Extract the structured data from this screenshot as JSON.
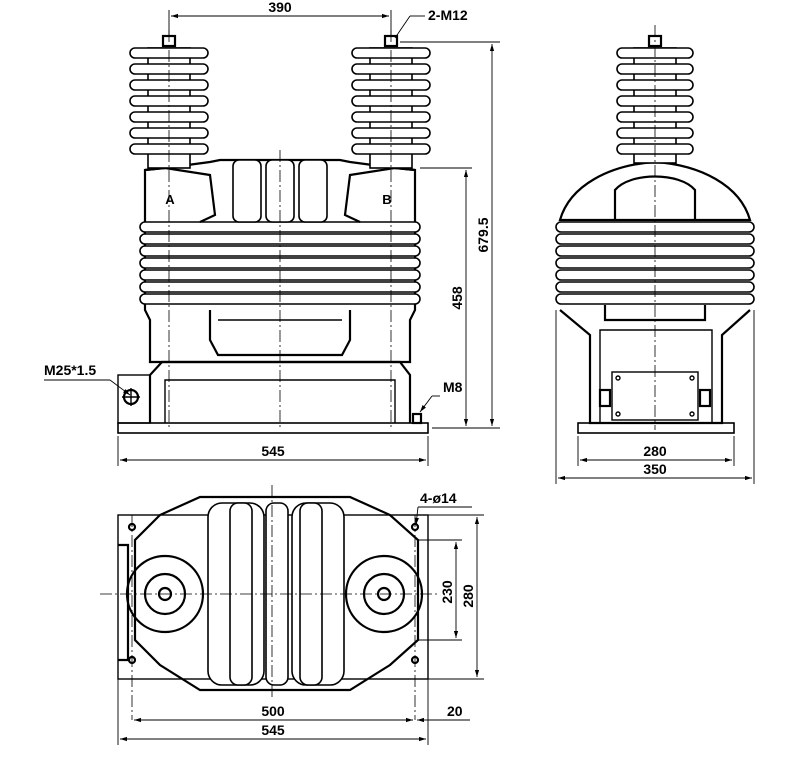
{
  "dimensions": {
    "top_width": "390",
    "thread_top": "2-M12",
    "total_height": "679.5",
    "body_height": "458",
    "earth_thread": "M25*1.5",
    "bolt_thread": "M8",
    "front_width": "545",
    "side_base_inner": "280",
    "side_base_outer": "350",
    "holes": "4-ø14",
    "plan_inner_height": "230",
    "plan_outer_height": "280",
    "plan_hole_spacing": "500",
    "plan_offset": "20",
    "plan_width": "545"
  },
  "terminals": {
    "a": "A",
    "b": "B"
  }
}
